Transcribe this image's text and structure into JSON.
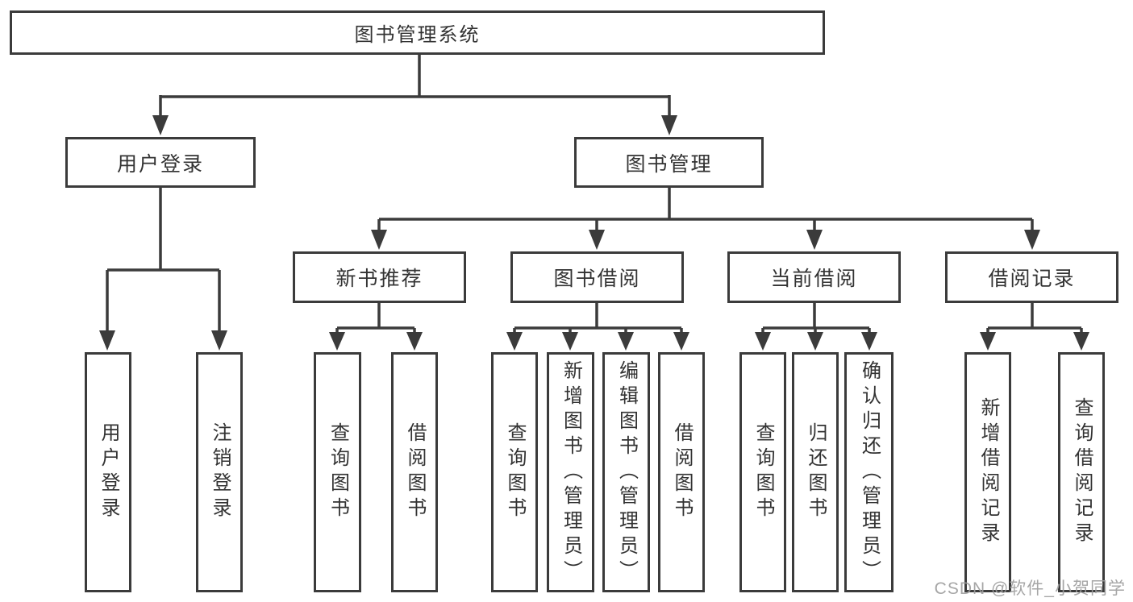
{
  "tree": {
    "label": "图书管理系统",
    "children": [
      {
        "label": "用户登录",
        "children": [
          {
            "label": "用户登录"
          },
          {
            "label": "注销登录"
          }
        ]
      },
      {
        "label": "图书管理",
        "children": [
          {
            "label": "新书推荐",
            "children": [
              {
                "label": "查询图书"
              },
              {
                "label": "借阅图书"
              }
            ]
          },
          {
            "label": "图书借阅",
            "children": [
              {
                "label": "查询图书"
              },
              {
                "label": "新增图书（管理员）"
              },
              {
                "label": "编辑图书（管理员）"
              },
              {
                "label": "借阅图书"
              }
            ]
          },
          {
            "label": "当前借阅",
            "children": [
              {
                "label": "查询图书"
              },
              {
                "label": "归还图书"
              },
              {
                "label": "确认归还（管理员）"
              }
            ]
          },
          {
            "label": "借阅记录",
            "children": [
              {
                "label": "新增借阅记录"
              },
              {
                "label": "查询借阅记录"
              }
            ]
          }
        ]
      }
    ]
  },
  "watermark": {
    "text": "CSDN @软件_小贺同学"
  },
  "colors": {
    "line": "#3b3b3b",
    "text": "#333333",
    "box_background": "#ffffff",
    "watermark": "#9e9e9e"
  }
}
